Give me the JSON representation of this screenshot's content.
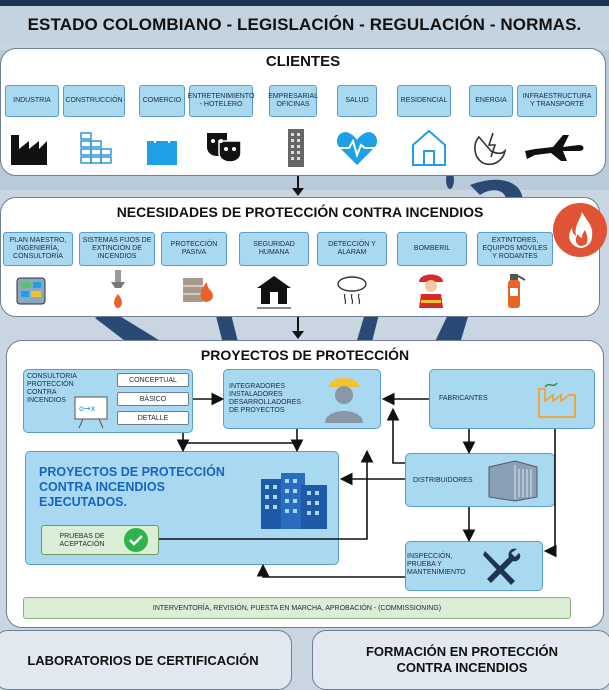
{
  "header": {
    "title": "ESTADO COLOMBIANO - LEGISLACIÓN - REGULACIÓN - NORMAS."
  },
  "clientes": {
    "title": "CLIENTES",
    "items": [
      {
        "label": "INDUSTRIA",
        "icon": "factory-icon"
      },
      {
        "label": "CONSTRUCCIÓN",
        "icon": "bricks-icon"
      },
      {
        "label": "COMERCIO",
        "icon": "shopping-bag-icon"
      },
      {
        "label": "ENTRETENIMIENTO - HOTELERO",
        "icon": "theater-masks-icon"
      },
      {
        "label": "EMPRESARIAL OFICINAS",
        "icon": "office-building-icon"
      },
      {
        "label": "SALUD",
        "icon": "heartbeat-icon"
      },
      {
        "label": "RESIDENCIAL",
        "icon": "house-icon"
      },
      {
        "label": "ENERGIA",
        "icon": "energy-icon"
      },
      {
        "label": "INFRAESTRUCTURA Y TRANSPORTE",
        "icon": "airplane-icon"
      }
    ]
  },
  "necesidades": {
    "title": "NECESIDADES DE PROTECCIÓN CONTRA INCENDIOS",
    "items": [
      {
        "label": "PLAN MAESTRO, INGENIERÍA, CONSULTORÍA",
        "icon": "plan-icon"
      },
      {
        "label": "SISTEMAS FIJOS DE EXTINCIÓN DE INCENDIOS",
        "icon": "sprinkler-icon"
      },
      {
        "label": "PROTECCIÓN PASIVA",
        "icon": "fire-wall-icon"
      },
      {
        "label": "SEGURIDAD HUMANA",
        "icon": "exit-house-icon"
      },
      {
        "label": "DETECCIÓN Y ALARAM",
        "icon": "smoke-detector-icon"
      },
      {
        "label": "BOMBERIL",
        "icon": "firefighter-icon"
      },
      {
        "label": "EXTINTORES, EQUIPOS MÓVILES Y RODANTES",
        "icon": "extinguisher-icon"
      }
    ]
  },
  "proyectos": {
    "title": "PROYECTOS DE PROTECCIÓN",
    "consultoria": {
      "label": "CONSULTORIA PROTECCIÓN CONTRA INCENDIOS",
      "levels": [
        "CONCEPTUAL",
        "BÁSICO",
        "DETALLE"
      ]
    },
    "integradores": "INTEGRADORES INSTALADORES DESARROLLADORES DE PROYECTOS",
    "fabricantes": "FABRICANTES",
    "distribuidores": "DISTRIBUIDORES",
    "inspeccion": "INSPECCIÓN, PRUEBA Y MANTENIMIENTO",
    "ejecutados": "PROYECTOS DE PROTECCIÓN CONTRA INCENDIOS EJECUTADOS.",
    "pruebas": "PRUEBAS DE ACEPTACIÓN",
    "interventoria": "INTERVENTORÍA, REVISIÓN, PUESTA EN MARCHA, APROBACIÓN - (COMMISSIONING)"
  },
  "bottom": {
    "laboratorios": "LABORATORIOS DE CERTIFICACIÓN",
    "formacion": "FORMACIÓN EN PROTECCIÓN CONTRA INCENDIOS"
  },
  "colors": {
    "dark_blue": "#1b3553",
    "chip_blue": "#a9d9f1",
    "accent_blue": "#1f8fd6",
    "fire_orange": "#e8632a",
    "check_green": "#2fb34a"
  }
}
